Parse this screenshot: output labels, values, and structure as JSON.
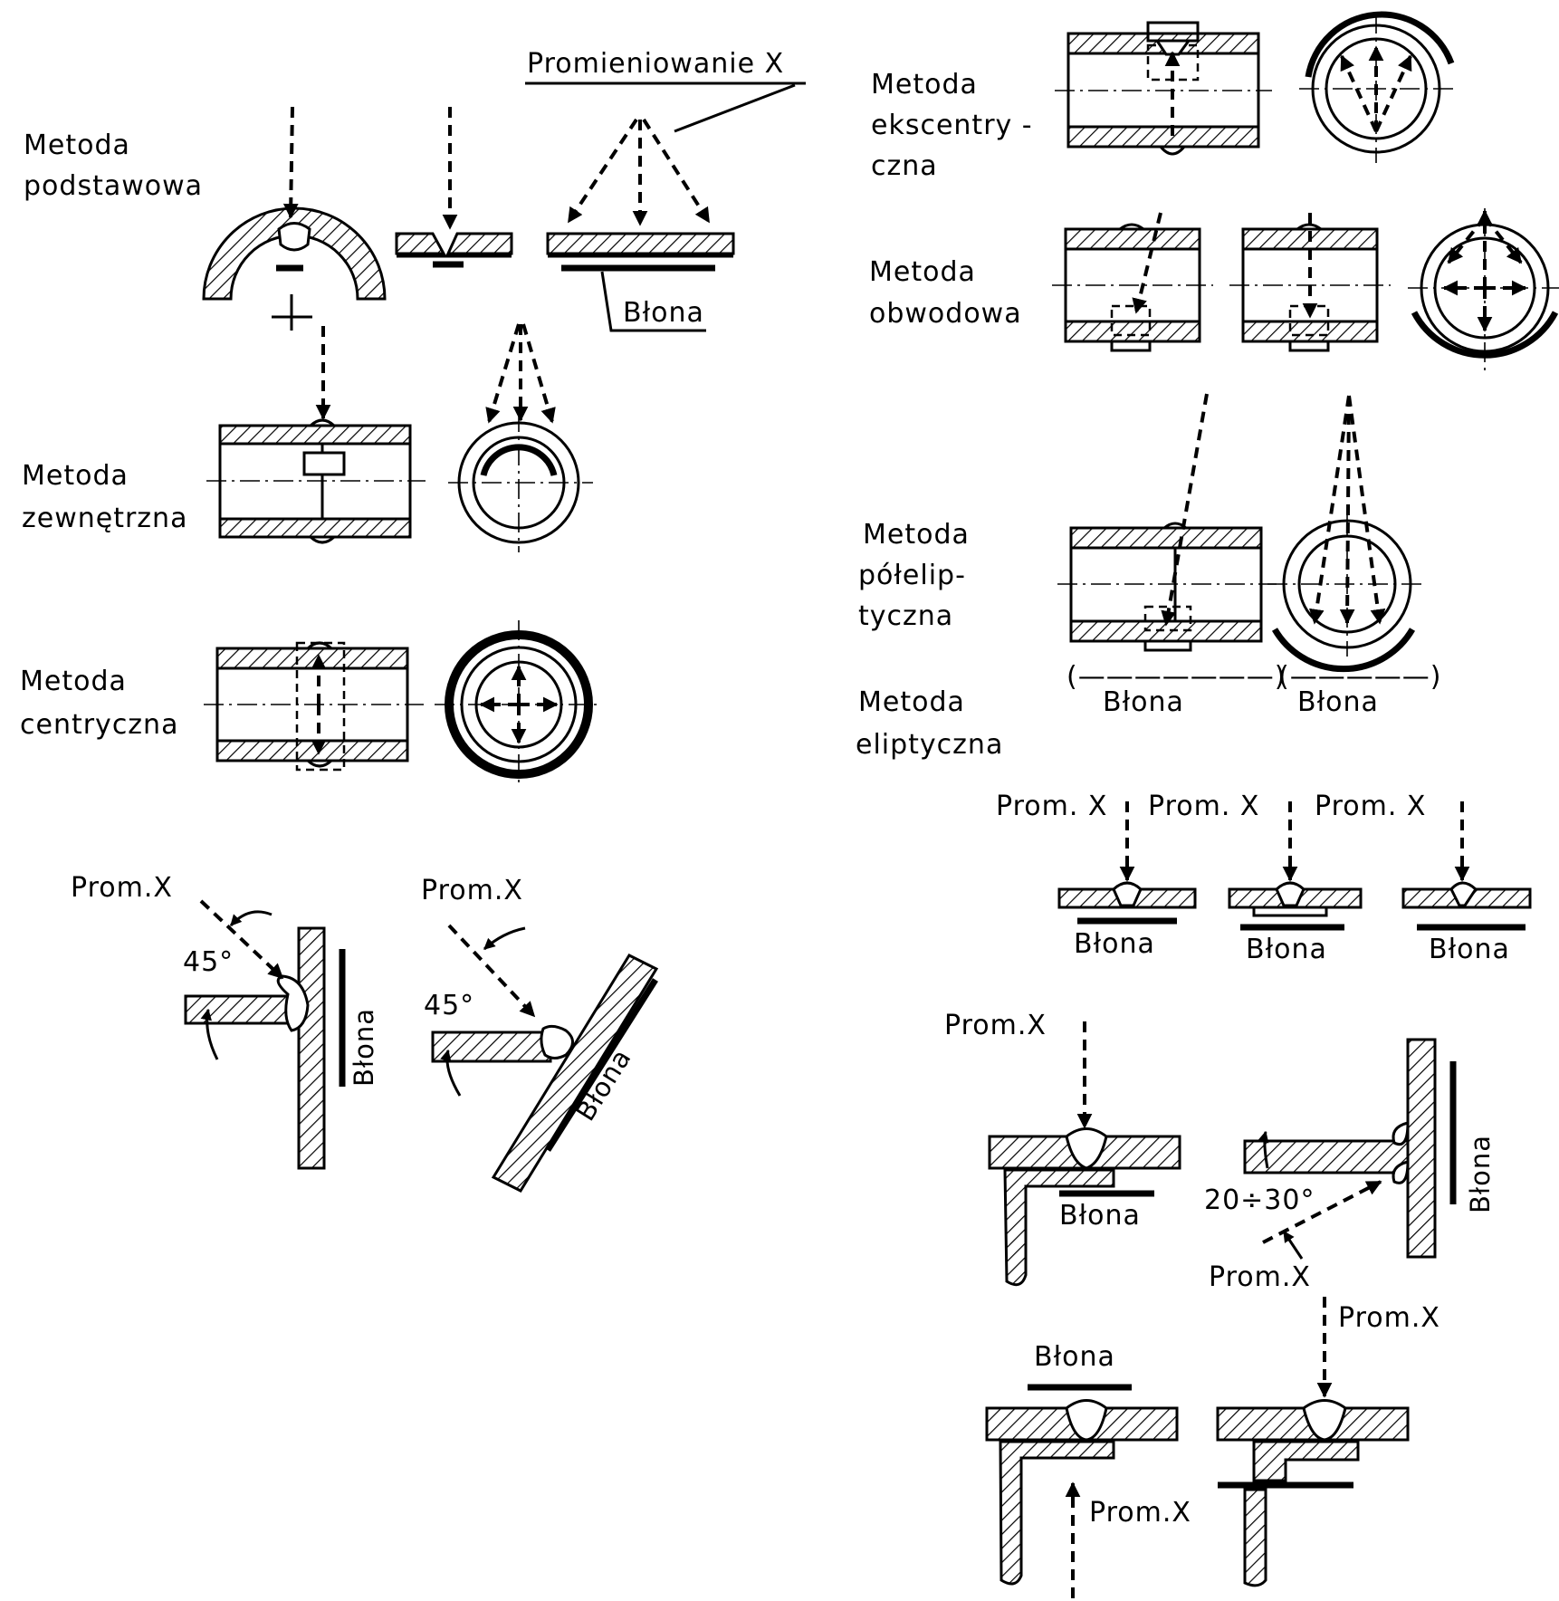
{
  "labels": {
    "promieniowanie_x": "Promieniowanie X",
    "metoda_podstawowa": [
      "Metoda",
      "podstawowa"
    ],
    "metoda_zewnetrzna": [
      "Metoda",
      "zewnętrzna"
    ],
    "metoda_centryczna": [
      "Metoda",
      "centryczna"
    ],
    "metoda_ekscentryczna": [
      "Metoda",
      "ekscentry -",
      "czna"
    ],
    "metoda_obwodowa": [
      "Metoda",
      "obwodowa"
    ],
    "metoda_polelipt": [
      "Metoda",
      "półelip-",
      "tyczna"
    ],
    "metoda_eliptyczna": [
      "Metoda",
      "eliptyczna"
    ],
    "blona": "Błona",
    "blona_paren_1": "(———————)",
    "blona_paren_2": "(—————)",
    "prom_x": "Prom. X",
    "prom_x_compact": "Prom.X",
    "angle_45": "45°",
    "angle_20_30": "20÷30°"
  },
  "icons": [
    "arrow-icon",
    "weld-bead-icon"
  ]
}
